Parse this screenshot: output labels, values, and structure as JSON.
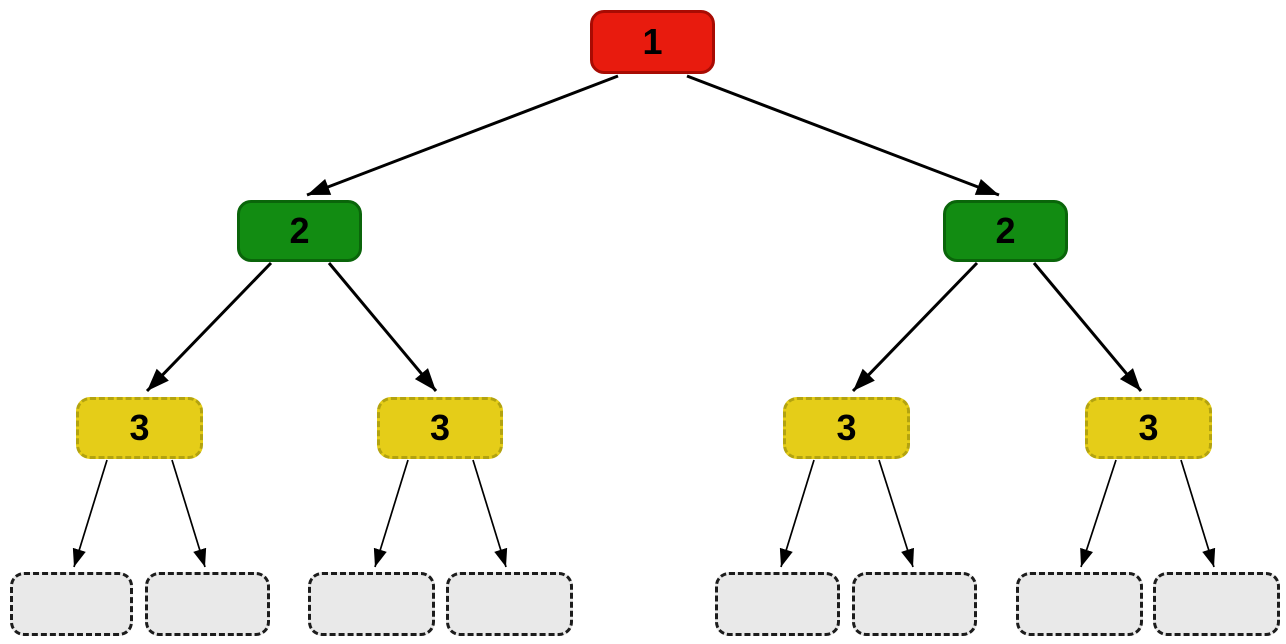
{
  "diagram": {
    "type": "tree",
    "background": "#FFFFFF",
    "text_color": "#000000",
    "edge_color": "#000000",
    "styles": {
      "level1": {
        "fill": "#E81B0E",
        "stroke": "#A80B03",
        "dash": false
      },
      "level2": {
        "fill": "#128C12",
        "stroke": "#0A650A",
        "dash": false
      },
      "level3": {
        "fill": "#E5CD18",
        "stroke": "#B3A30F",
        "dash": true
      },
      "leaf": {
        "fill": "#E9E9E9",
        "stroke": "#1C1C1C",
        "dash": true
      }
    },
    "nodes": [
      {
        "id": "root",
        "label": "1",
        "level": 1,
        "style": "level1"
      },
      {
        "id": "left-2",
        "label": "2",
        "level": 2,
        "style": "level2"
      },
      {
        "id": "right-2",
        "label": "2",
        "level": 2,
        "style": "level2"
      },
      {
        "id": "y1",
        "label": "3",
        "level": 3,
        "style": "level3"
      },
      {
        "id": "y2",
        "label": "3",
        "level": 3,
        "style": "level3"
      },
      {
        "id": "y3",
        "label": "3",
        "level": 3,
        "style": "level3"
      },
      {
        "id": "y4",
        "label": "3",
        "level": 3,
        "style": "level3"
      },
      {
        "id": "leaf-1",
        "label": "",
        "level": 4,
        "style": "leaf"
      },
      {
        "id": "leaf-2",
        "label": "",
        "level": 4,
        "style": "leaf"
      },
      {
        "id": "leaf-3",
        "label": "",
        "level": 4,
        "style": "leaf"
      },
      {
        "id": "leaf-4",
        "label": "",
        "level": 4,
        "style": "leaf"
      },
      {
        "id": "leaf-5",
        "label": "",
        "level": 4,
        "style": "leaf"
      },
      {
        "id": "leaf-6",
        "label": "",
        "level": 4,
        "style": "leaf"
      },
      {
        "id": "leaf-7",
        "label": "",
        "level": 4,
        "style": "leaf"
      },
      {
        "id": "leaf-8",
        "label": "",
        "level": 4,
        "style": "leaf"
      }
    ],
    "edges": [
      {
        "from": "root",
        "to": "left-2"
      },
      {
        "from": "root",
        "to": "right-2"
      },
      {
        "from": "left-2",
        "to": "y1"
      },
      {
        "from": "left-2",
        "to": "y2"
      },
      {
        "from": "right-2",
        "to": "y3"
      },
      {
        "from": "right-2",
        "to": "y4"
      },
      {
        "from": "y1",
        "to": "leaf-1"
      },
      {
        "from": "y1",
        "to": "leaf-2"
      },
      {
        "from": "y2",
        "to": "leaf-3"
      },
      {
        "from": "y2",
        "to": "leaf-4"
      },
      {
        "from": "y3",
        "to": "leaf-5"
      },
      {
        "from": "y3",
        "to": "leaf-6"
      },
      {
        "from": "y4",
        "to": "leaf-7"
      },
      {
        "from": "y4",
        "to": "leaf-8"
      }
    ]
  }
}
